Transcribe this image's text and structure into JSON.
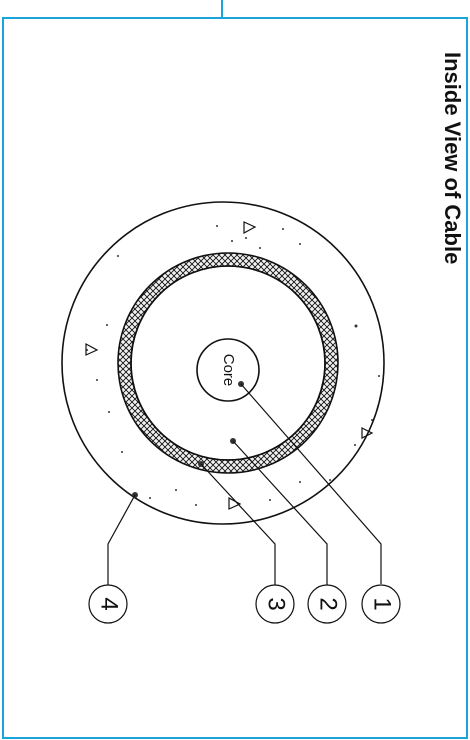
{
  "title": "Inside View of Cable",
  "core_label": "Core",
  "callouts": [
    {
      "number": "1"
    },
    {
      "number": "2"
    },
    {
      "number": "3"
    },
    {
      "number": "4"
    }
  ],
  "colors": {
    "frame": "#1aa3dc",
    "ink": "#111111",
    "braid_fill": "#f2f2f2"
  }
}
